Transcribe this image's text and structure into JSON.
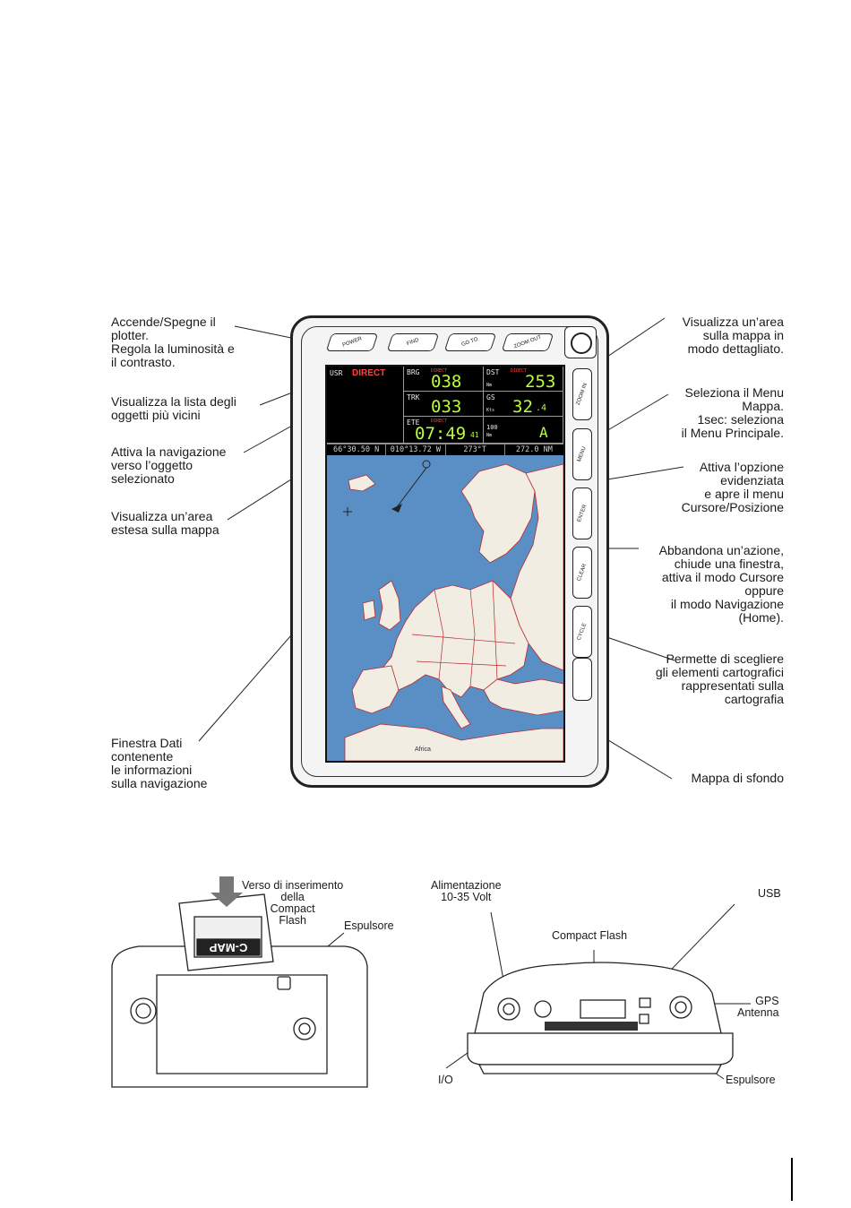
{
  "left_labels": [
    "Accende/Spegne il\nplotter.\nRegola la luminosità e\nil contrasto.",
    "Visualizza la lista degli\noggetti più vicini",
    "Attiva la navigazione\nverso l’oggetto\nselezionato",
    "Visualizza un’area\nestesa sulla mappa",
    "Finestra Dati\ncontenente\nle informazioni\nsulla navigazione"
  ],
  "right_labels": [
    "Visualizza un’area\nsulla mappa in\nmodo dettagliato.",
    "Seleziona il Menu\nMappa.\n1sec: seleziona\nil Menu Principale.",
    "Attiva l’opzione\nevidenziata\ne apre il menu\nCursore/Posizione",
    "Abbandona un’azione,\nchiude una finestra,\nattiva il modo Cursore\noppure\nil modo Navigazione\n(Home).",
    "Permette di scegliere\ngli elementi cartografici\nrappresentati sulla\ncartografia",
    "Mappa di sfondo"
  ],
  "device": {
    "top_keys": [
      "POWER",
      "FIND",
      "GO TO",
      "ZOOM OUT"
    ],
    "side_keys": [
      "ZOOM IN",
      "MENU",
      "ENTER",
      "CLEAR",
      "CYCLE"
    ]
  },
  "screen": {
    "usr": "USR",
    "mode": "DIRECT",
    "brg": {
      "label": "BRG",
      "tag": "DIRECT",
      "value": "038"
    },
    "dst": {
      "label": "DST",
      "tag": "DIRECT",
      "unit": "Nm",
      "value": "253"
    },
    "trk": {
      "label": "TRK",
      "value": "033"
    },
    "gs": {
      "label": "GS",
      "unit": "Kts",
      "value": "32",
      "decimal": ".4"
    },
    "ete": {
      "label": "ETE",
      "tag": "DIRECT",
      "value": "07:49",
      "sub": "41"
    },
    "scale": {
      "value": "100",
      "unit": "Nm",
      "letter": "A"
    },
    "coords": [
      "66°30.50 N",
      "010°13.72 W",
      "273°T",
      "272.0 NM"
    ],
    "map_label": "Africa"
  },
  "bottom": {
    "left_captions": [
      "Verso di inserimento\ndella\nCompact\nFlash",
      "Espulsore"
    ],
    "card_text": "C-MAP",
    "right_captions": [
      "Alimentazione\n10-35 Volt",
      "USB",
      "Compact Flash",
      "GPS\nAntenna",
      "I/O",
      "Espulsore"
    ]
  },
  "colors": {
    "sea": "#5a8fc6",
    "land": "#f2ede3",
    "border": "#b8282c",
    "lcd_value": "#b8ff3a",
    "lcd_tag": "#ff4040"
  }
}
